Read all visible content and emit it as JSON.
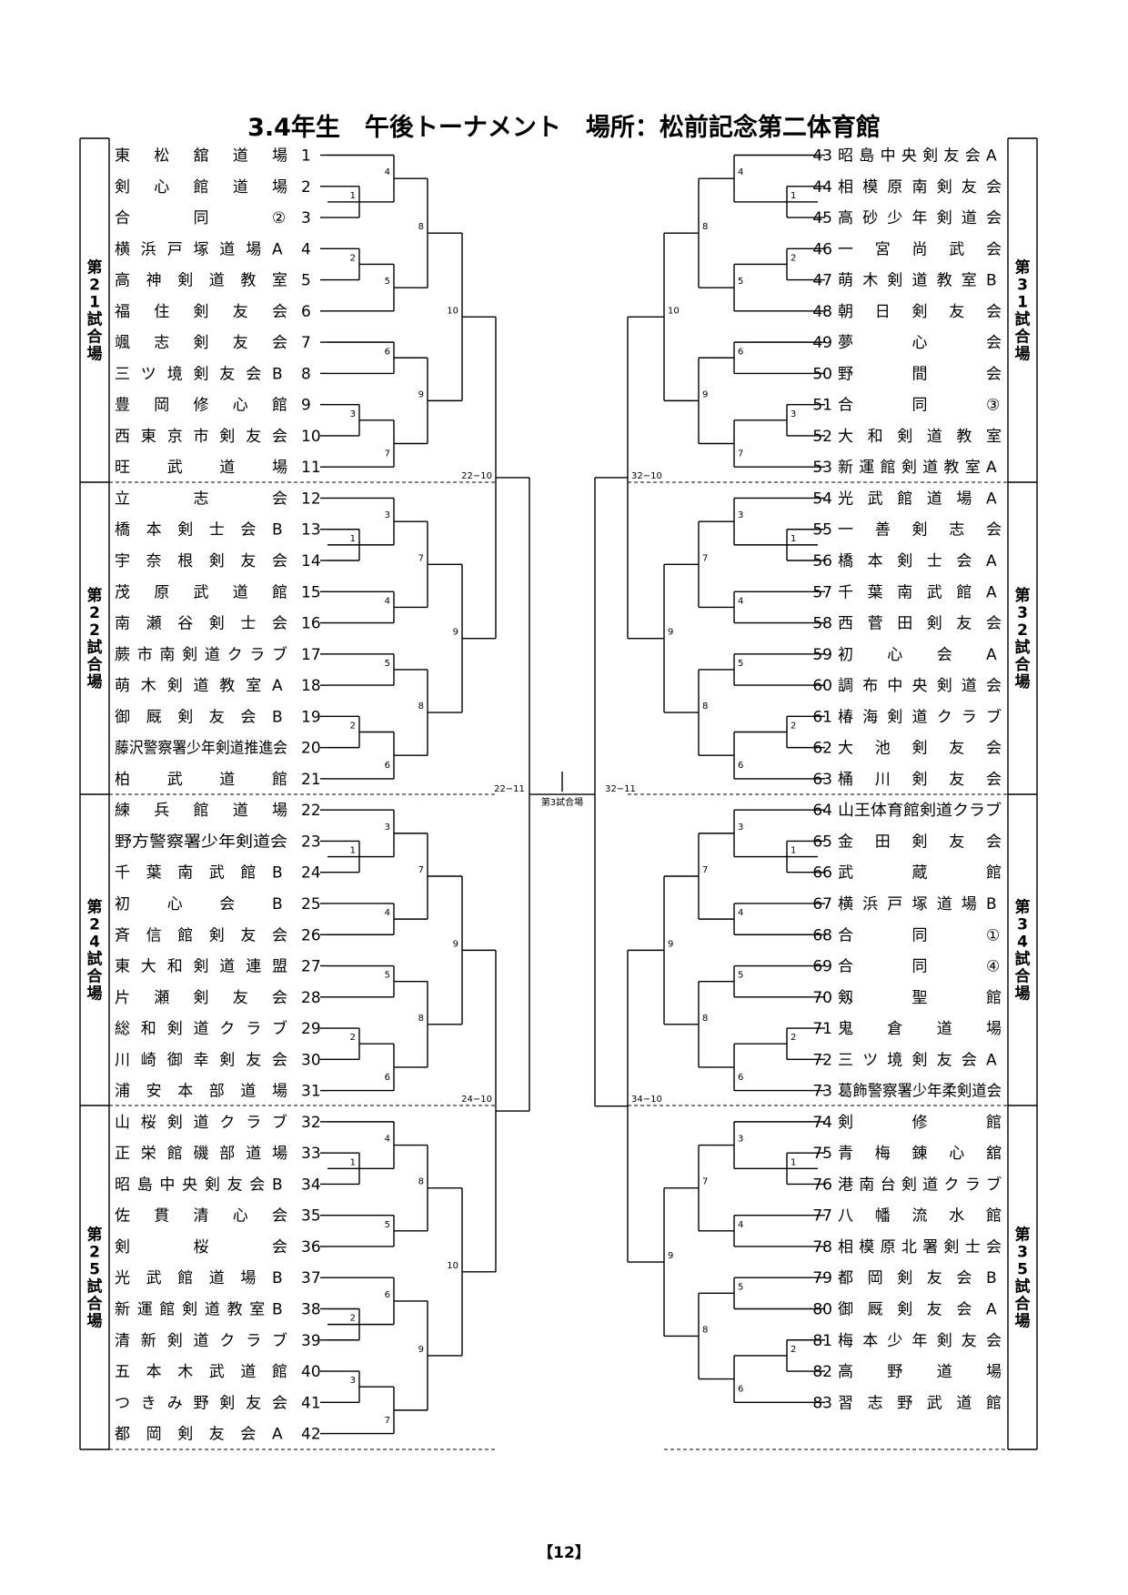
{
  "title": "3.4年生　午後トーナメント　場所：松前記念第二体育館",
  "page_number": "【12】",
  "final_label": "第3試合場",
  "left_teams": [
    "東松舘道場",
    "剣心館道場",
    "合同②",
    "横浜戸塚道場A",
    "高神剣道教室",
    "福住剣友会",
    "颯志剣友会",
    "三ツ境剣友会B",
    "豊岡修心館",
    "西東京市剣友会",
    "旺武道場",
    "立志会",
    "橋本剣士会B",
    "宇奈根剣友会",
    "茂原武道館",
    "南瀬谷剣士会",
    "蕨市南剣道クラブ",
    "萌木剣道教室A",
    "御厩剣友会B",
    "藤沢警察署少年剣道推進会",
    "柏武道館",
    "練兵館道場",
    "野方警察署少年剣道会",
    "千葉南武館B",
    "初心会B",
    "斉信館剣友会",
    "東大和剣道連盟",
    "片瀬剣友会",
    "総和剣道クラブ",
    "川崎御幸剣友会",
    "浦安本部道場",
    "山桜剣道クラブ",
    "正栄館磯部道場",
    "昭島中央剣友会B",
    "佐貫清心会",
    "剣桜会",
    "光武館道場B",
    "新運館剣道教室B",
    "清新剣道クラブ",
    "五本木武道館",
    "つきみ野剣友会",
    "都岡剣友会A"
  ],
  "right_teams": [
    "昭島中央剣友会A",
    "相模原南剣友会",
    "高砂少年剣道会",
    "一宮尚武会",
    "萌木剣道教室B",
    "朝日剣友会",
    "夢心会",
    "野間会",
    "合同③",
    "大和剣道教室",
    "新運館剣道教室A",
    "光武館道場A",
    "一善剣志会",
    "橋本剣士会A",
    "千葉南武館A",
    "西菅田剣友会",
    "初心会A",
    "調布中央剣道会",
    "椿海剣道クラブ",
    "大池剣友会",
    "桶川剣友会",
    "山王体育館剣道クラブ",
    "金田剣友会",
    "武蔵館",
    "横浜戸塚道場B",
    "合同①",
    "合同④",
    "剱聖館",
    "鬼倉道場",
    "三ツ境剣友会A",
    "葛飾警察署少年柔剣道会",
    "剣修館",
    "青梅錬心舘",
    "港南台剣道クラブ",
    "八幡流水館",
    "相模原北署剣士会",
    "都岡剣友会B",
    "御厩剣友会A",
    "梅本少年剣友会",
    "高野道場",
    "習志野武道館"
  ],
  "left_courts": [
    "第21試合場",
    "第22試合場",
    "第24試合場",
    "第25試合場"
  ],
  "right_courts": [
    "第31試合場",
    "第32試合場",
    "第34試合場",
    "第35試合場"
  ],
  "left_block_finals": [
    "22−10",
    "22−11",
    "24−10"
  ],
  "right_block_finals": [
    "32−10",
    "32−11",
    "34−10"
  ],
  "left_groups": [
    {
      "top": [
        1,
        2,
        3
      ],
      "bottom": [
        4,
        5,
        6
      ],
      "sub": [
        7,
        8,
        9,
        10,
        11
      ],
      "labels": {
        "a": "1",
        "b": "4",
        "c": "2",
        "d": "5",
        "e": "8",
        "f": "6",
        "g": "3",
        "h": "7",
        "i": "9",
        "j": "10"
      },
      "layout": "A"
    },
    {
      "labels": {
        "a": "3",
        "b": "1",
        "c": "7",
        "d": "4",
        "e": "5",
        "f": "2",
        "g": "6",
        "h": "8",
        "i": "9"
      },
      "layout": "B"
    },
    {
      "labels": {
        "a": "3",
        "b": "1",
        "c": "7",
        "d": "4",
        "e": "5",
        "f": "2",
        "g": "6",
        "h": "8",
        "i": "9"
      },
      "layout": "B"
    },
    {
      "labels": {
        "a": "4",
        "b": "1",
        "c": "8",
        "d": "5",
        "e": "6",
        "f": "2",
        "g": "3",
        "h": "7",
        "i": "9",
        "j": "10"
      },
      "layout": "C"
    }
  ],
  "right_groups": [
    {
      "labels": {
        "a": "4",
        "b": "1",
        "c": "8",
        "d": "2",
        "e": "5",
        "f": "6",
        "g": "3",
        "h": "7",
        "i": "9",
        "j": "10"
      },
      "layout": "A"
    },
    {
      "labels": {
        "a": "3",
        "b": "1",
        "c": "7",
        "d": "4",
        "e": "5",
        "f": "2",
        "g": "6",
        "h": "8",
        "i": "9"
      },
      "layout": "B"
    },
    {
      "labels": {
        "a": "3",
        "b": "1",
        "c": "7",
        "d": "4",
        "e": "5",
        "f": "2",
        "g": "6",
        "h": "8",
        "i": "9"
      },
      "layout": "B"
    },
    {
      "labels": {
        "a": "3",
        "b": "1",
        "c": "7",
        "d": "4",
        "e": "5",
        "f": "2",
        "g": "6",
        "h": "8",
        "i": "9"
      },
      "layout": "D"
    }
  ]
}
